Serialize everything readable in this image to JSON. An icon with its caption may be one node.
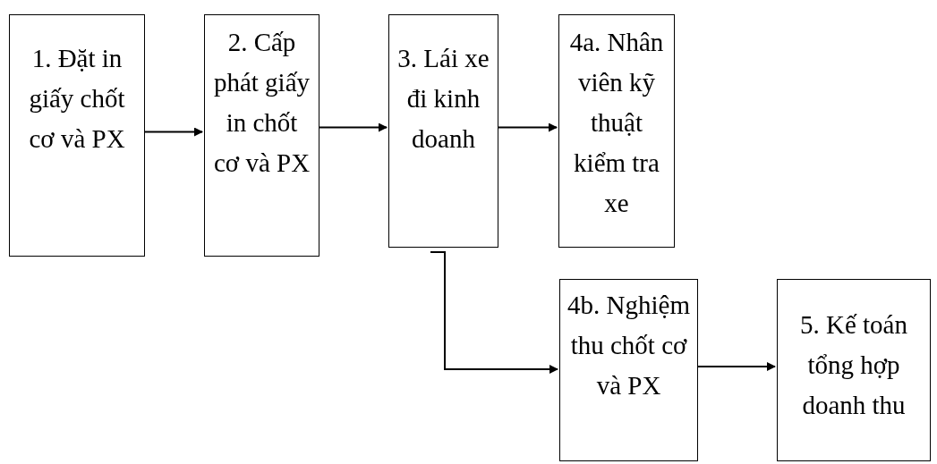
{
  "diagram": {
    "nodes": [
      {
        "text": [
          "1. Đặt in giấy chốt cơ và PX"
        ]
      },
      {
        "text": [
          "2. Cấp phát giấy in chốt cơ và PX"
        ]
      },
      {
        "text": [
          "3. Lái xe đi kinh doanh"
        ]
      },
      {
        "text": [
          "4a. Nhân viên kỹ thuật kiểm tra xe"
        ]
      },
      {
        "text": [
          "4b. Nghiệm thu chốt cơ và PX"
        ]
      },
      {
        "text": [
          "5. Kế toán tổng hợp doanh thu"
        ]
      }
    ],
    "edges": [
      {
        "from": 0,
        "to": 1,
        "arrow": "to"
      },
      {
        "from": 1,
        "to": 2,
        "arrow": "to"
      },
      {
        "from": 2,
        "to": 3,
        "arrow": "to"
      },
      {
        "from": 2,
        "to": 4,
        "arrow": "to"
      },
      {
        "from": 4,
        "to": 5,
        "arrow": "to"
      }
    ]
  }
}
